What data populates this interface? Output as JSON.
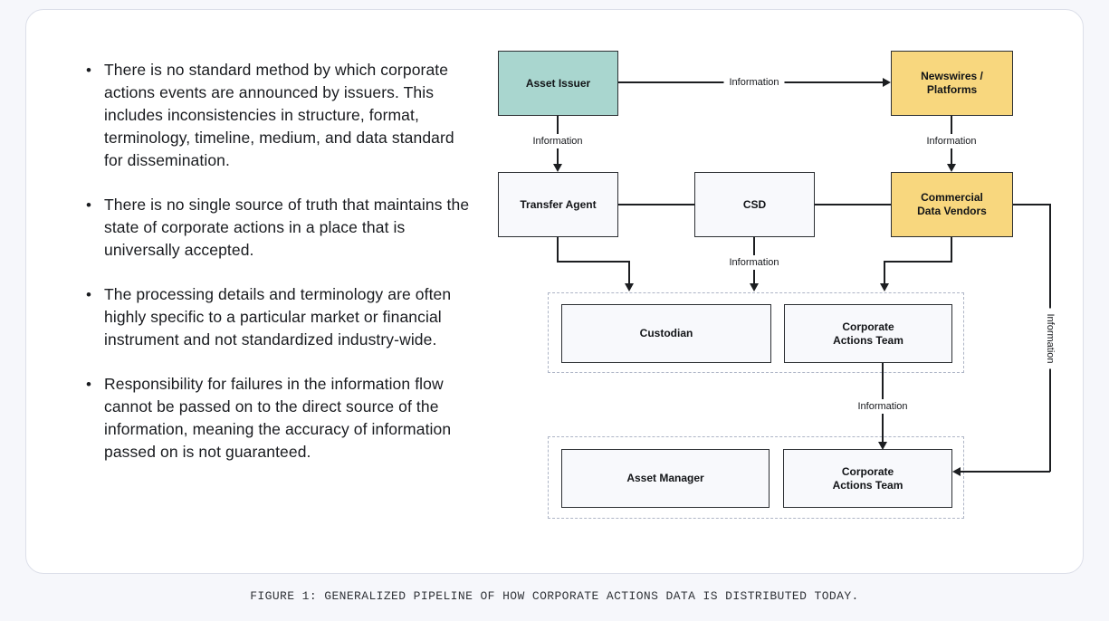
{
  "bullets": [
    "There is no standard method by which corporate actions events are announced by issuers. This includes inconsistencies in structure, format, terminology, timeline, medium, and data standard for dissemination.",
    "There is no single source of truth that maintains the state of corporate actions in a place that is universally accepted.",
    "The processing details and terminology are often highly specific to a particular market or financial instrument and not standardized industry-wide.",
    "Responsibility for failures in the information flow cannot be passed on to the direct source of the information, meaning the accuracy of information passed on is not guaranteed."
  ],
  "diagram": {
    "edge_label": "Information",
    "nodes": {
      "asset_issuer": "Asset Issuer",
      "newswires_platforms": "Newswires / Platforms",
      "transfer_agent": "Transfer Agent",
      "csd": "CSD",
      "commercial_data_vendors": "Commercial Data Vendors",
      "custodian": "Custodian",
      "corporate_actions_team_custody": "Corporate Actions Team",
      "asset_manager": "Asset Manager",
      "corporate_actions_team_manager": "Corporate Actions Team"
    },
    "colors": {
      "issuer_fill": "#a9d6cf",
      "vendor_fill": "#f8d77e",
      "plain_fill": "#f8f9fc",
      "line": "#1c1e21",
      "group_border": "#aeb5c6"
    }
  },
  "caption": "FIGURE 1: GENERALIZED PIPELINE OF HOW CORPORATE ACTIONS DATA IS DISTRIBUTED TODAY."
}
